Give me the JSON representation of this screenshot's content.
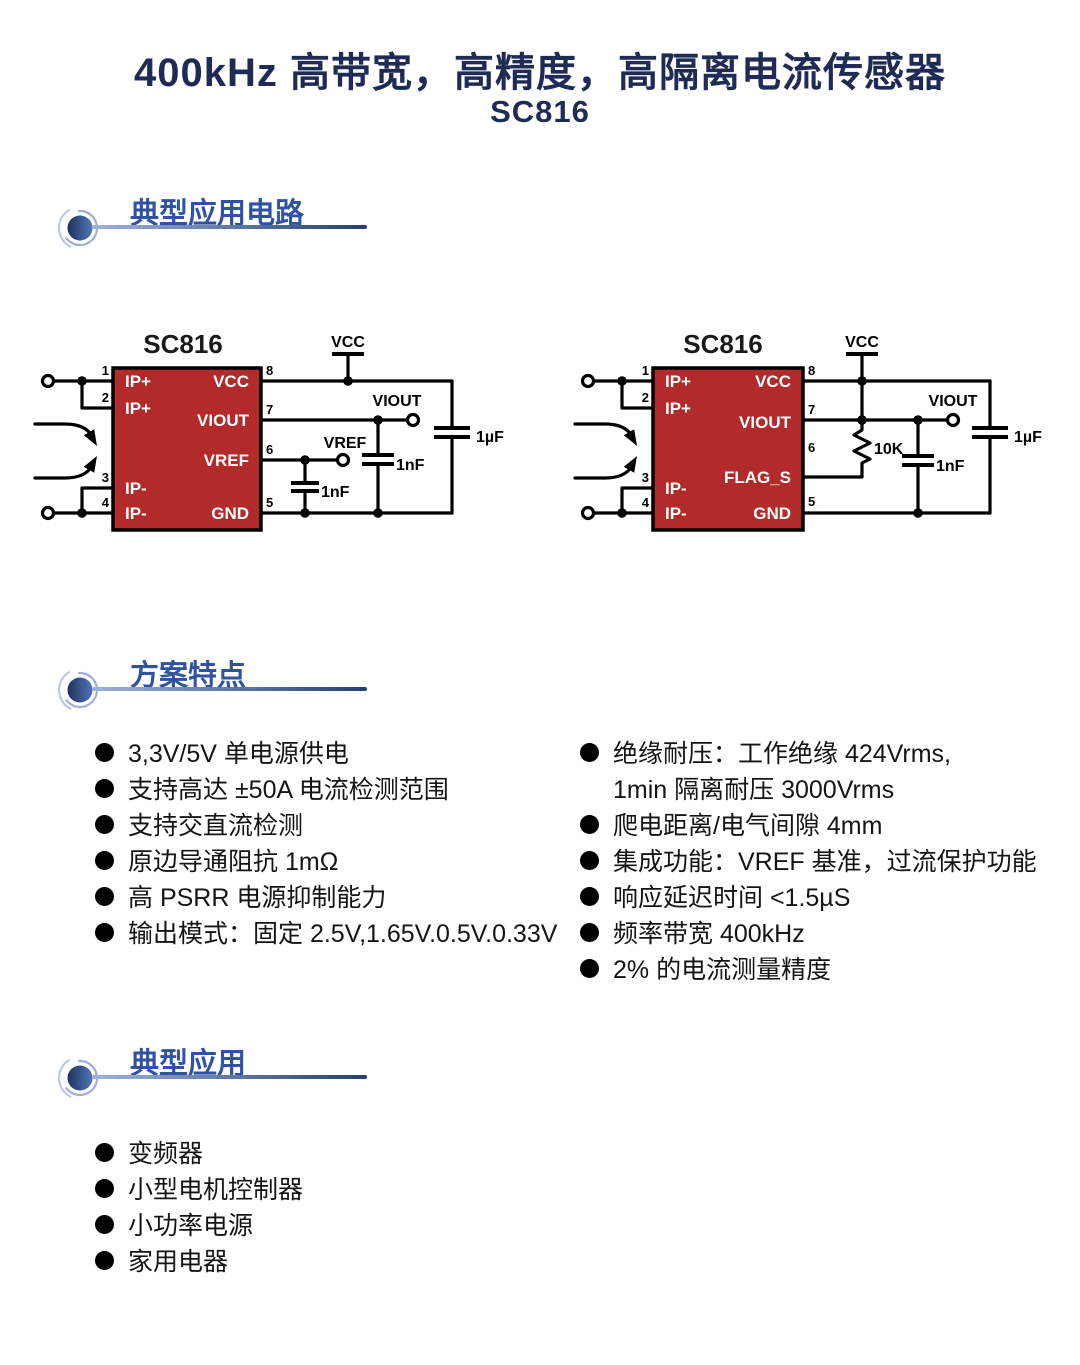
{
  "page": {
    "title": "400kHz 高带宽，高精度，高隔离电流传感器",
    "subtitle": "SC816"
  },
  "sections": {
    "typical_circuit": {
      "title": "典型应用电路"
    },
    "features": {
      "title": "方案特点"
    },
    "applications": {
      "title": "典型应用"
    }
  },
  "circuit_left": {
    "chip_name": "SC816",
    "pin1_num": "1",
    "pin2_num": "2",
    "pin3_num": "3",
    "pin4_num": "4",
    "pin5_num": "5",
    "pin6_num": "6",
    "pin7_num": "7",
    "pin8_num": "8",
    "pin1_label": "IP+",
    "pin2_label": "IP+",
    "pin3_label": "IP-",
    "pin4_label": "IP-",
    "pin5_label": "GND",
    "pin6_label": "VREF",
    "pin7_label": "VIOUT",
    "pin8_label": "VCC",
    "vcc_net": "VCC",
    "viout_net": "VIOUT",
    "vref_net": "VREF",
    "bulk_cap": "1µF",
    "viout_cap": "1nF",
    "vref_cap": "1nF"
  },
  "circuit_right": {
    "chip_name": "SC816",
    "pin1_num": "1",
    "pin2_num": "2",
    "pin3_num": "3",
    "pin4_num": "4",
    "pin5_num": "5",
    "pin6_num": "6",
    "pin7_num": "7",
    "pin8_num": "8",
    "pin1_label": "IP+",
    "pin2_label": "IP+",
    "pin3_label": "IP-",
    "pin4_label": "IP-",
    "pin5_label": "GND",
    "pin6_label": "FLAG_S",
    "pin7_label": "VIOUT",
    "pin8_label": "VCC",
    "vcc_net": "VCC",
    "viout_net": "VIOUT",
    "pullup_res": "10K",
    "bulk_cap": "1µF",
    "viout_cap": "1nF"
  },
  "features": {
    "left": [
      "3,3V/5V 单电源供电",
      "支持高达 ±50A 电流检测范围",
      "支持交直流检测",
      "原边导通阻抗 1mΩ",
      "高 PSRR 电源抑制能力",
      "输出模式：固定 2.5V,1.65V.0.5V.0.33V"
    ],
    "right": [
      "绝缘耐压：工作绝缘 424Vrms,",
      "1min 隔离耐压 3000Vrms",
      "爬电距离/电气间隙 4mm",
      "集成功能：VREF 基准，过流保护功能",
      "响应延迟时间 <1.5µS",
      "频率带宽 400kHz",
      "2% 的电流测量精度"
    ]
  },
  "applications": [
    "变频器",
    "小型电机控制器",
    "小功率电源",
    "家用电器"
  ],
  "colors": {
    "title_navy": "#1F2A55",
    "section_blue": "#2F53A2",
    "chip_red": "#B22A2A",
    "divider_light": "#9FB2DC",
    "divider_dark": "#24406F"
  }
}
